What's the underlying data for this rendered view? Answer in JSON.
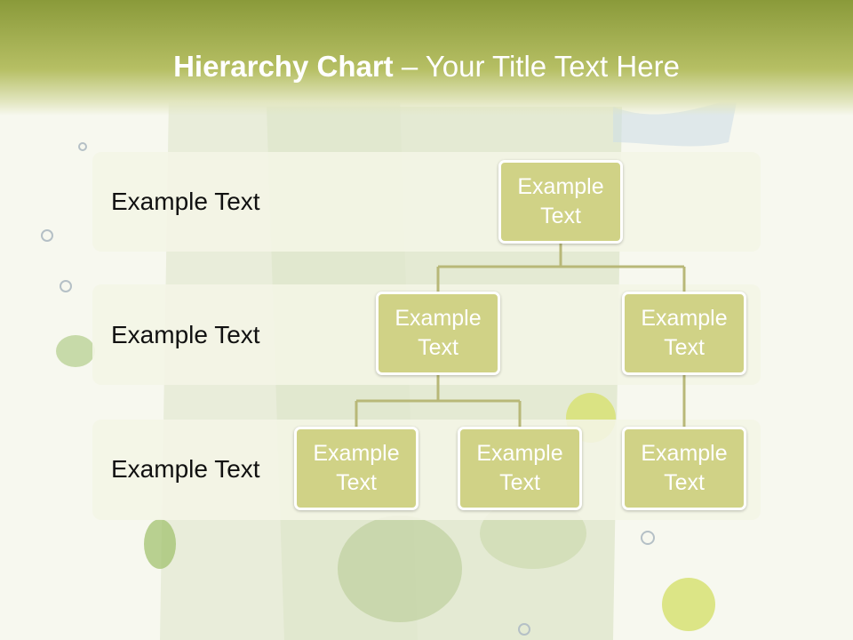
{
  "slide": {
    "title_bold": "Hierarchy Chart",
    "title_rest": " – Your Title Text Here"
  },
  "levels": [
    {
      "label": "Example Text"
    },
    {
      "label": "Example Text"
    },
    {
      "label": "Example Text"
    }
  ],
  "nodes": {
    "root": "Example Text",
    "l2_left": "Example Text",
    "l2_right": "Example Text",
    "l3_a": "Example Text",
    "l3_b": "Example Text",
    "l3_c": "Example Text"
  },
  "colors": {
    "header": "#8a9a3a",
    "node_fill": "#d0d286",
    "connector": "#b8b878"
  }
}
